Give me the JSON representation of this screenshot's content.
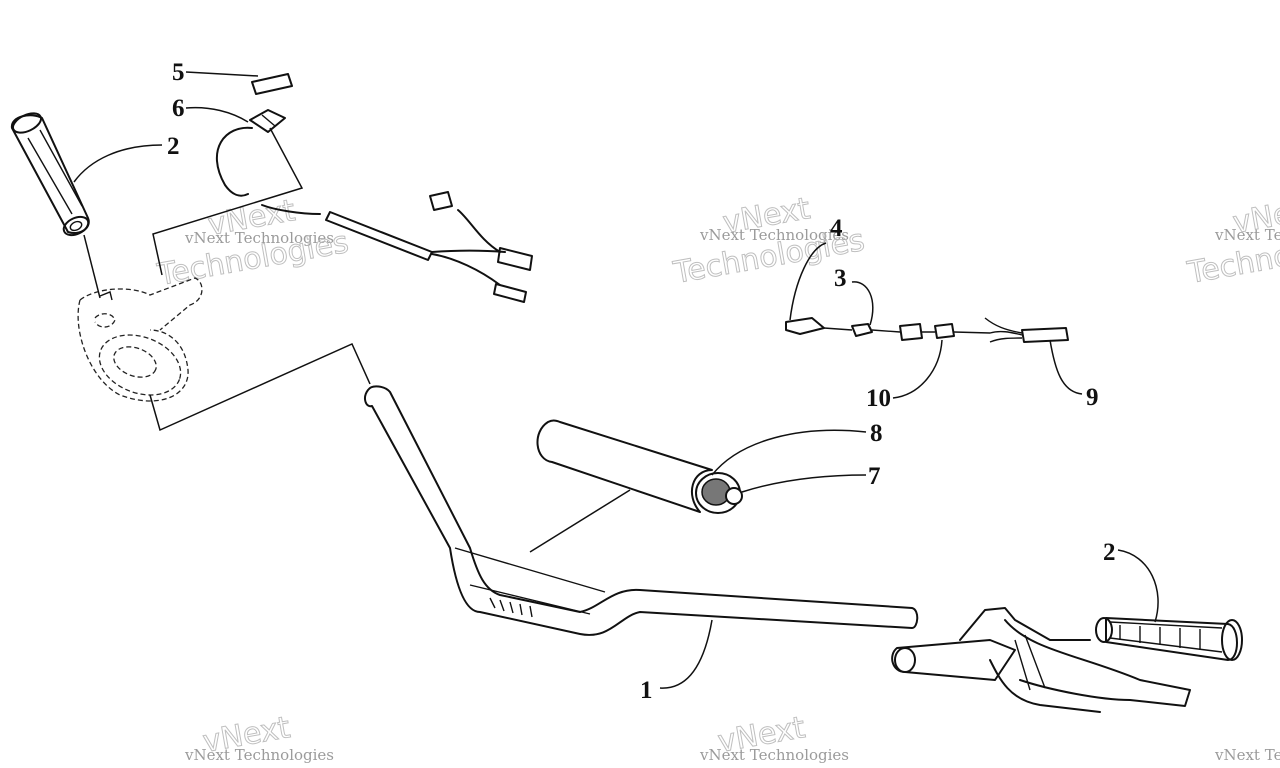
{
  "diagram": {
    "callouts": [
      "1",
      "2",
      "2",
      "3",
      "4",
      "5",
      "6",
      "7",
      "8",
      "9",
      "10"
    ],
    "watermark": {
      "small": "vNext Technologies",
      "big_top": "vNext",
      "big_bottom": "Technologies"
    }
  }
}
